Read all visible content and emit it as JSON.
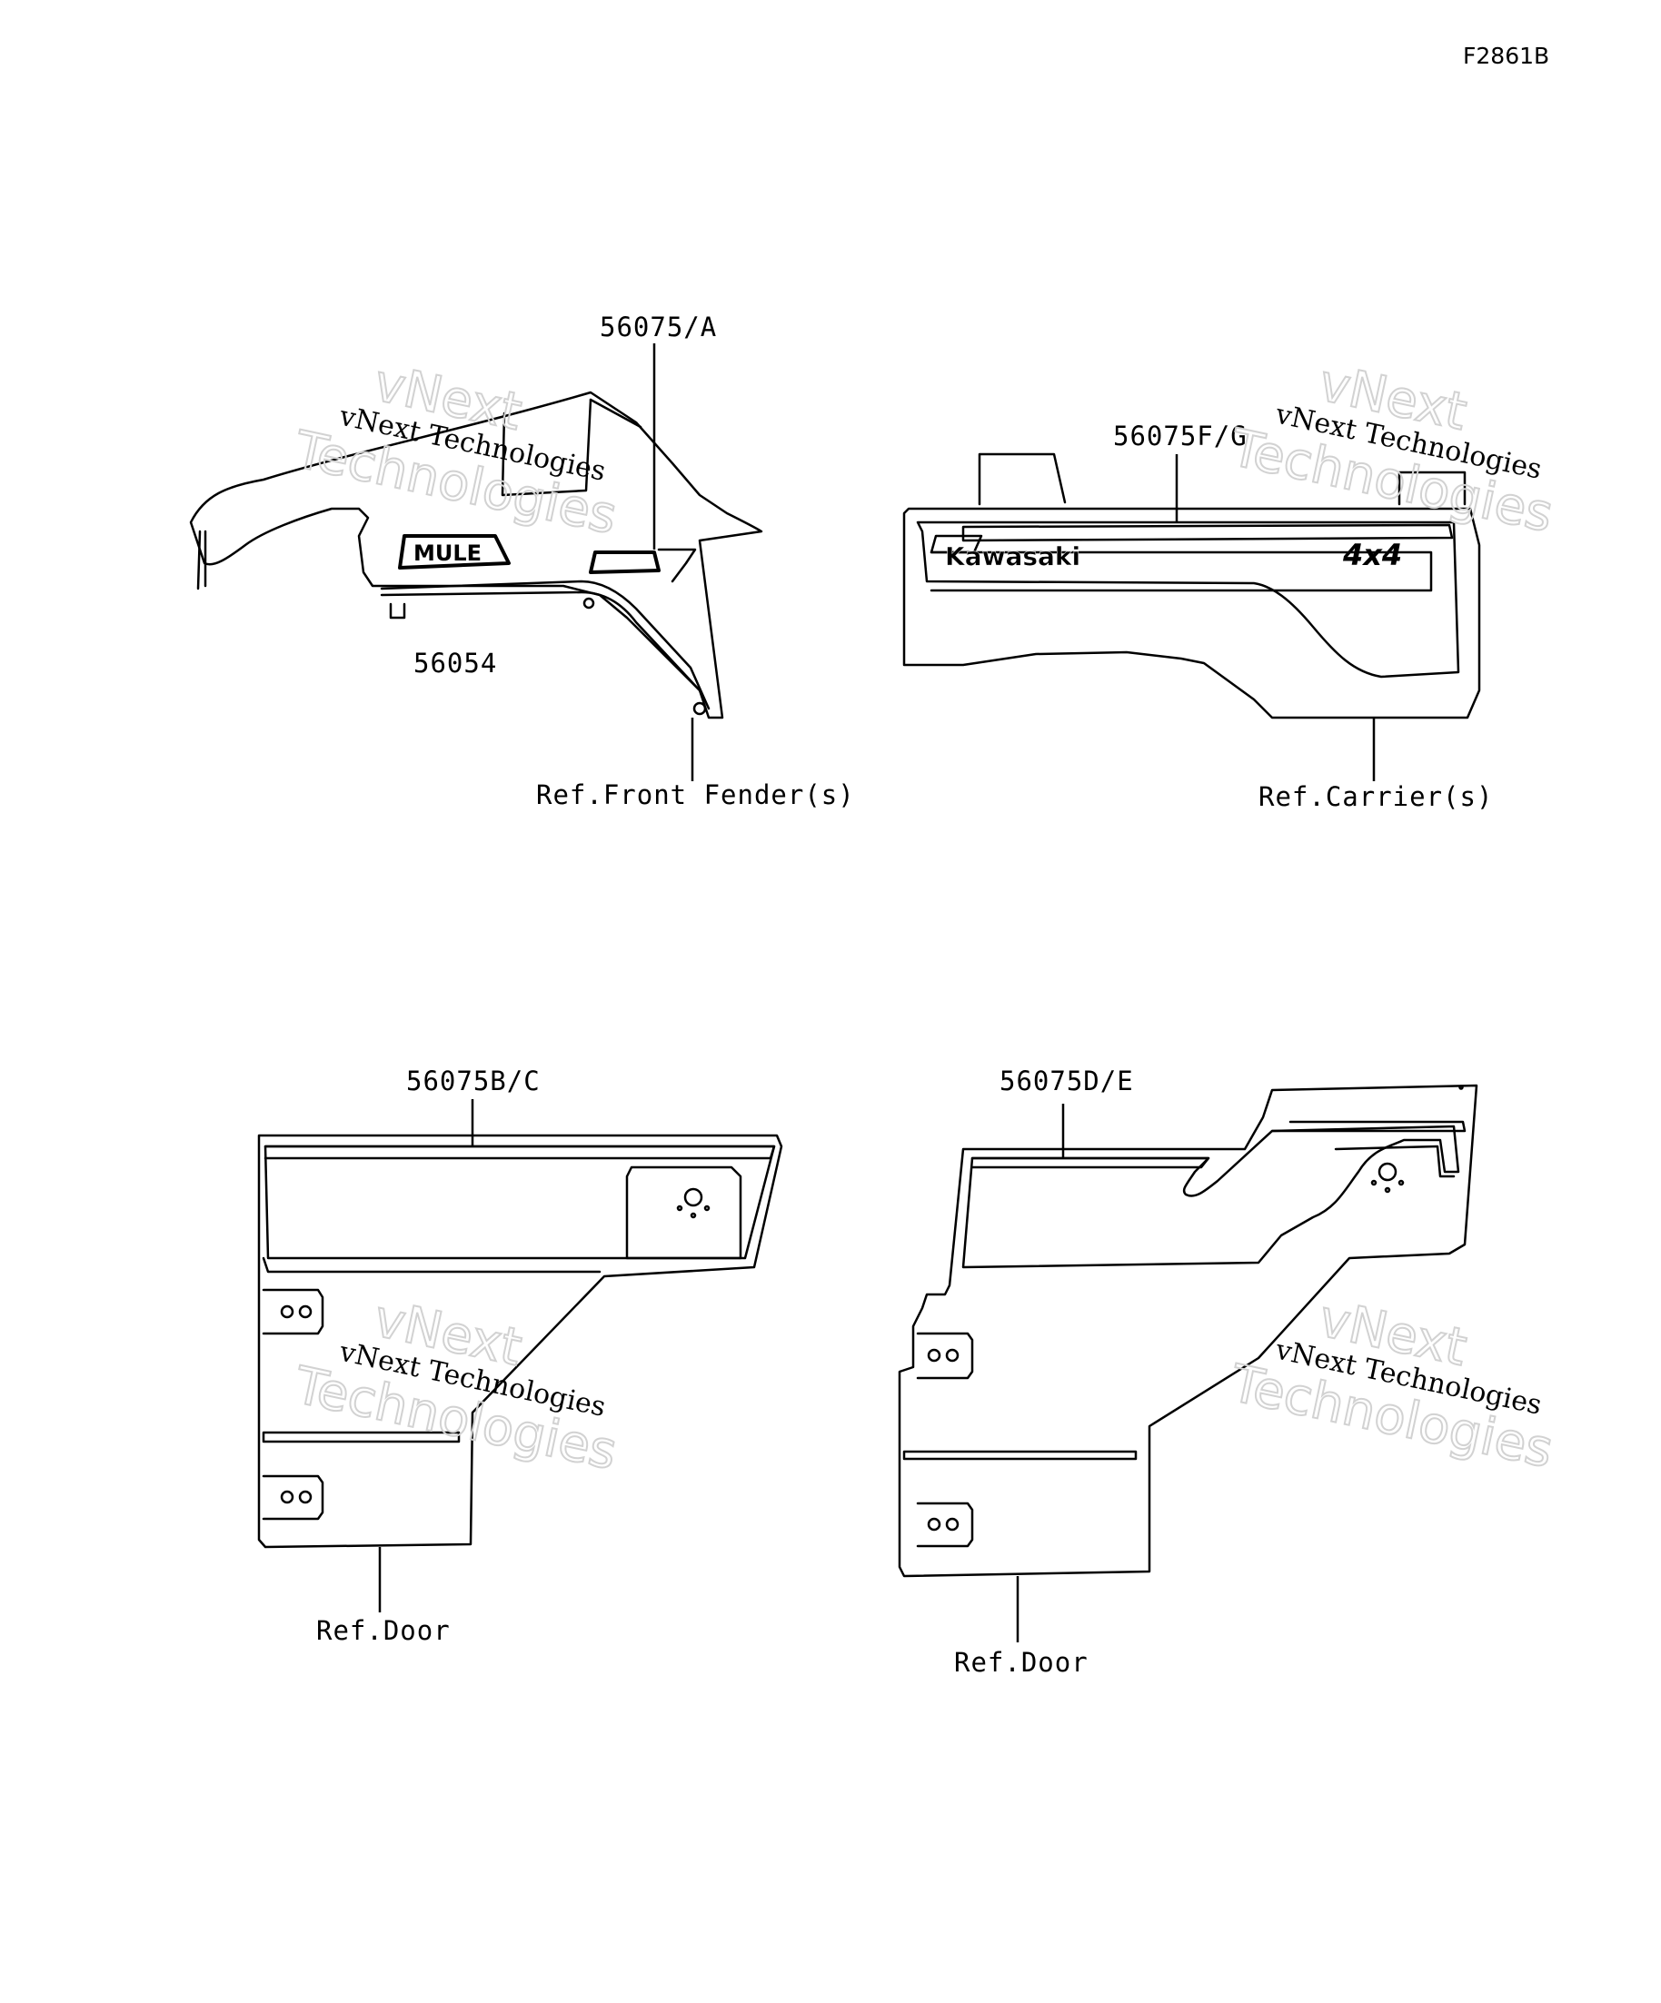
{
  "figure_code": "F2861B",
  "labels": {
    "part_56075a": "56075/A",
    "part_56054": "56054",
    "ref_front_fender": "Ref.Front Fender(s)",
    "part_56075fg": "56075F/G",
    "ref_carrier": "Ref.Carrier(s)",
    "part_56075bc": "56075B/C",
    "ref_door_left": "Ref.Door",
    "part_56075de": "56075D/E",
    "ref_door_right": "Ref.Door"
  },
  "decals": {
    "mule": "MULE",
    "kawasaki": "Kawasaki",
    "four_by_four": "4x4"
  },
  "watermark": {
    "line1": "vNext Technologies",
    "line2": "vNext",
    "line3": "Technologies"
  }
}
